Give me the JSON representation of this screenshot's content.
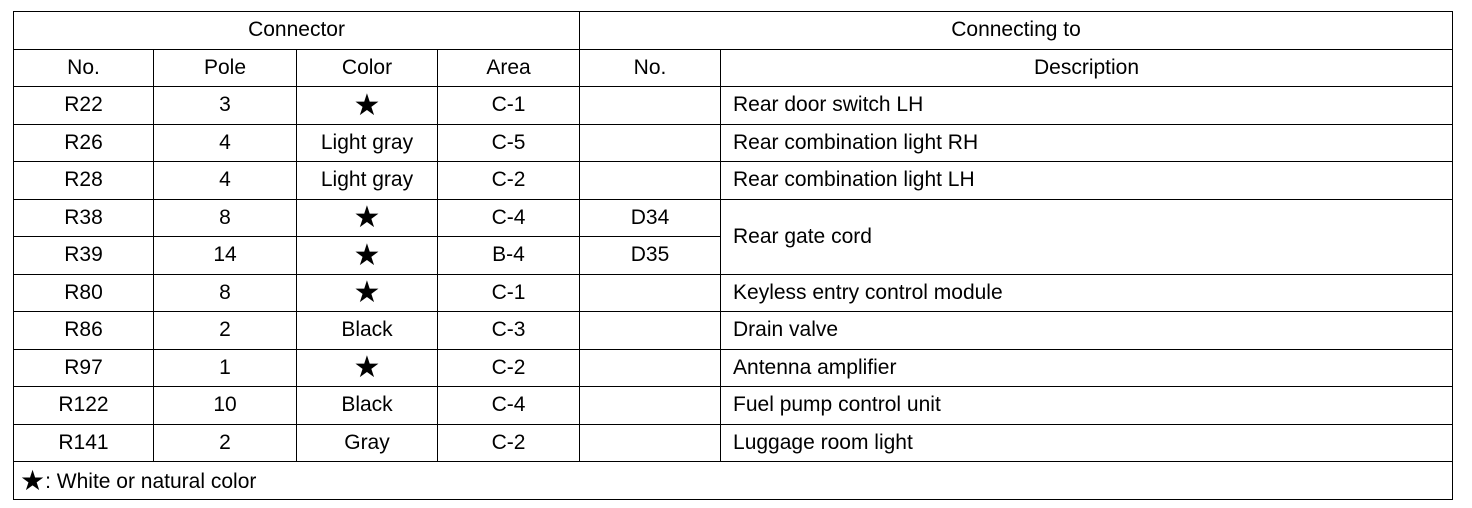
{
  "headers": {
    "group_connector": "Connector",
    "group_connecting_to": "Connecting to",
    "no": "No.",
    "pole": "Pole",
    "color": "Color",
    "area": "Area",
    "to_no": "No.",
    "description": "Description"
  },
  "star_symbol": "★",
  "rows": [
    {
      "no": "R22",
      "pole": "3",
      "color": "★",
      "area": "C-1",
      "to_no": "",
      "description": "Rear door switch LH"
    },
    {
      "no": "R26",
      "pole": "4",
      "color": "Light gray",
      "area": "C-5",
      "to_no": "",
      "description": "Rear combination light RH"
    },
    {
      "no": "R28",
      "pole": "4",
      "color": "Light gray",
      "area": "C-2",
      "to_no": "",
      "description": "Rear combination light LH"
    },
    {
      "no": "R38",
      "pole": "8",
      "color": "★",
      "area": "C-4",
      "to_no": "D34",
      "description": "Rear gate cord"
    },
    {
      "no": "R39",
      "pole": "14",
      "color": "★",
      "area": "B-4",
      "to_no": "D35",
      "description": ""
    },
    {
      "no": "R80",
      "pole": "8",
      "color": "★",
      "area": "C-1",
      "to_no": "",
      "description": "Keyless entry control module"
    },
    {
      "no": "R86",
      "pole": "2",
      "color": "Black",
      "area": "C-3",
      "to_no": "",
      "description": "Drain valve"
    },
    {
      "no": "R97",
      "pole": "1",
      "color": "★",
      "area": "C-2",
      "to_no": "",
      "description": "Antenna amplifier"
    },
    {
      "no": "R122",
      "pole": "10",
      "color": "Black",
      "area": "C-4",
      "to_no": "",
      "description": "Fuel pump control unit"
    },
    {
      "no": "R141",
      "pole": "2",
      "color": "Gray",
      "area": "C-2",
      "to_no": "",
      "description": "Luggage room light"
    }
  ],
  "footnote": {
    "symbol": "★",
    "text": ": White or natural color"
  }
}
